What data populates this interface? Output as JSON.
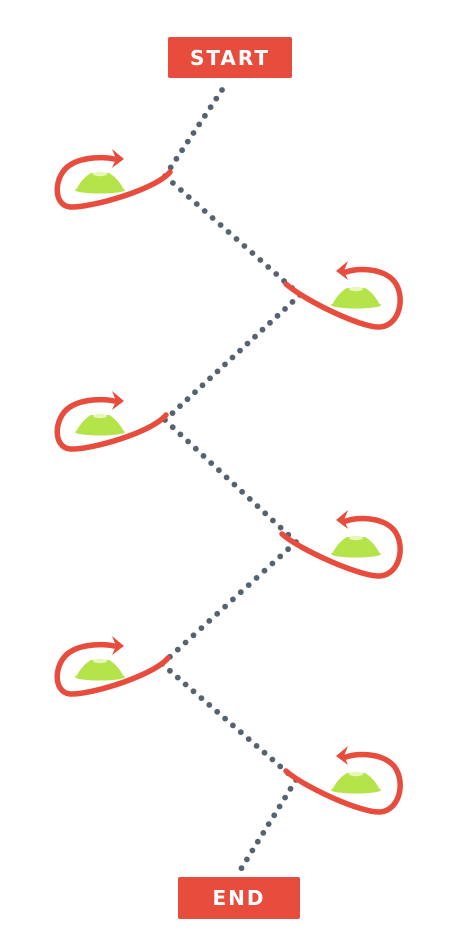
{
  "labels": {
    "start": "START",
    "end": "END"
  },
  "colors": {
    "label_bg": "#e84c3d",
    "label_text": "#ffffff",
    "loop": "#e84c3d",
    "path_dots": "#556270",
    "cone_fill": "#b5e34a",
    "cone_highlight": "#e6f7b8"
  },
  "cones": [
    {
      "id": 1,
      "side": "left"
    },
    {
      "id": 2,
      "side": "right"
    },
    {
      "id": 3,
      "side": "left"
    },
    {
      "id": 4,
      "side": "right"
    },
    {
      "id": 5,
      "side": "left"
    },
    {
      "id": 6,
      "side": "right"
    }
  ]
}
